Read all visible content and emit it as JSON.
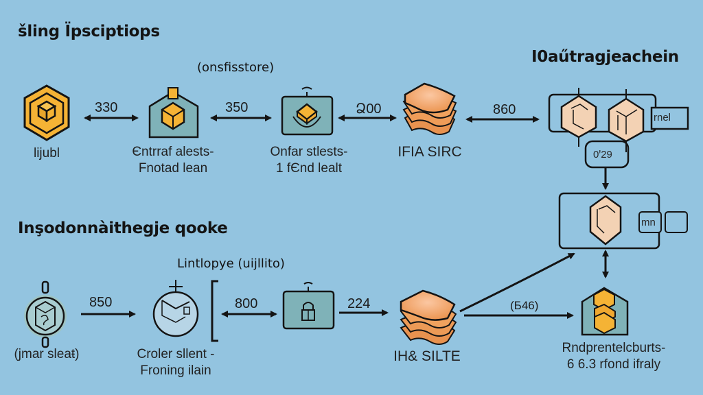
{
  "colors": {
    "background": "#93c4e0",
    "accent_yellow": "#f5b335",
    "accent_orange": "#f0a05c",
    "node_teal": "#7fb2b8",
    "skin": "#f3d2b4",
    "stroke": "#141414"
  },
  "sections": {
    "top": {
      "title": "šling Ïpsciptiops",
      "group_label": "(onsfisstore)",
      "right_title": "I0aűtragjeachein",
      "nodes": [
        {
          "id": "hex-cube",
          "icon": "hexagon-cube-icon",
          "label_lines": [
            "lijubl"
          ]
        },
        {
          "id": "house-cube",
          "icon": "house-cube-icon",
          "label_lines": [
            "Єntrraf alests-",
            "Fnotad lean"
          ]
        },
        {
          "id": "wifi-box",
          "icon": "wifi-box-icon",
          "label_lines": [
            "Onfar stlests-",
            "1 fЄnd lealt"
          ]
        },
        {
          "id": "stack",
          "icon": "stack-layers-icon",
          "label_lines": [
            "IFIA SIRC"
          ]
        }
      ],
      "edges": [
        {
          "from": "hex-cube",
          "to": "house-cube",
          "label": "330",
          "type": "bidirectional"
        },
        {
          "from": "house-cube",
          "to": "wifi-box",
          "label": "350",
          "type": "bidirectional"
        },
        {
          "from": "wifi-box",
          "to": "stack",
          "label": "Ձ00",
          "type": "bidirectional"
        },
        {
          "from": "stack",
          "to": "cluster",
          "label": "860",
          "type": "bidirectional"
        }
      ],
      "cluster": {
        "side_tag": "rnel",
        "bottom_tag": "0ꞌ29"
      }
    },
    "bottom": {
      "title": "Inşodonnàithegje qooke",
      "group_label": "Lintlopye (uijllito)",
      "nodes": [
        {
          "id": "gear-box",
          "icon": "gear-box-icon",
          "label_lines": [
            "(jmar sleaŧ)"
          ]
        },
        {
          "id": "globe",
          "icon": "globe-box-icon",
          "label_lines": [
            "Croler sllent -",
            "Froning ilain"
          ]
        },
        {
          "id": "lock-box",
          "icon": "lock-box-icon",
          "label_lines": []
        },
        {
          "id": "stack2",
          "icon": "stack-layers-icon",
          "label_lines": [
            "IH& SILTE"
          ]
        },
        {
          "id": "house-blocks",
          "icon": "house-blocks-icon",
          "label_lines": [
            "Rndprentelcburts-",
            "6 6.3 rfond ifraly"
          ]
        }
      ],
      "edges": [
        {
          "from": "gear-box",
          "to": "globe",
          "label": "850",
          "type": "forward"
        },
        {
          "from": "globe",
          "to": "lock-box",
          "label": "800",
          "type": "bidirectional"
        },
        {
          "from": "lock-box",
          "to": "stack2",
          "label": "224",
          "type": "forward"
        },
        {
          "from": "stack2",
          "to": "house-blocks",
          "label": "(Б46)",
          "type": "forward"
        },
        {
          "from": "stack2",
          "to": "mid-cluster",
          "label": "",
          "type": "forward-curved"
        }
      ],
      "mid_cluster": {
        "side_tag": "mn"
      }
    }
  }
}
